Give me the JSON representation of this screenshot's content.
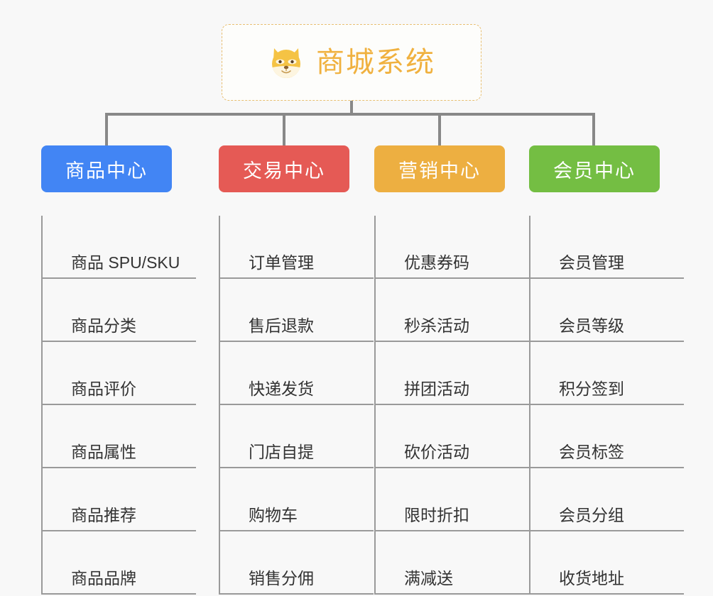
{
  "background_color": "#f8f8f8",
  "root": {
    "icon": "shiba-dog-face-emoji",
    "title": "商城系统",
    "text_color": "#f0b13f",
    "border_color": "#e8bf72"
  },
  "connector_color": "#888888",
  "spine_color": "#9a9a9a",
  "columns": [
    {
      "title": "商品中心",
      "color": "#4285f4",
      "items": [
        "商品 SPU/SKU",
        "商品分类",
        "商品评价",
        "商品属性",
        "商品推荐",
        "商品品牌"
      ]
    },
    {
      "title": "交易中心",
      "color": "#e55a55",
      "items": [
        "订单管理",
        "售后退款",
        "快递发货",
        "门店自提",
        "购物车",
        "销售分佣"
      ]
    },
    {
      "title": "营销中心",
      "color": "#edaf41",
      "items": [
        "优惠券码",
        "秒杀活动",
        "拼团活动",
        "砍价活动",
        "限时折扣",
        "满减送"
      ]
    },
    {
      "title": "会员中心",
      "color": "#74be43",
      "items": [
        "会员管理",
        "会员等级",
        "积分签到",
        "会员标签",
        "会员分组",
        "收货地址"
      ]
    }
  ]
}
